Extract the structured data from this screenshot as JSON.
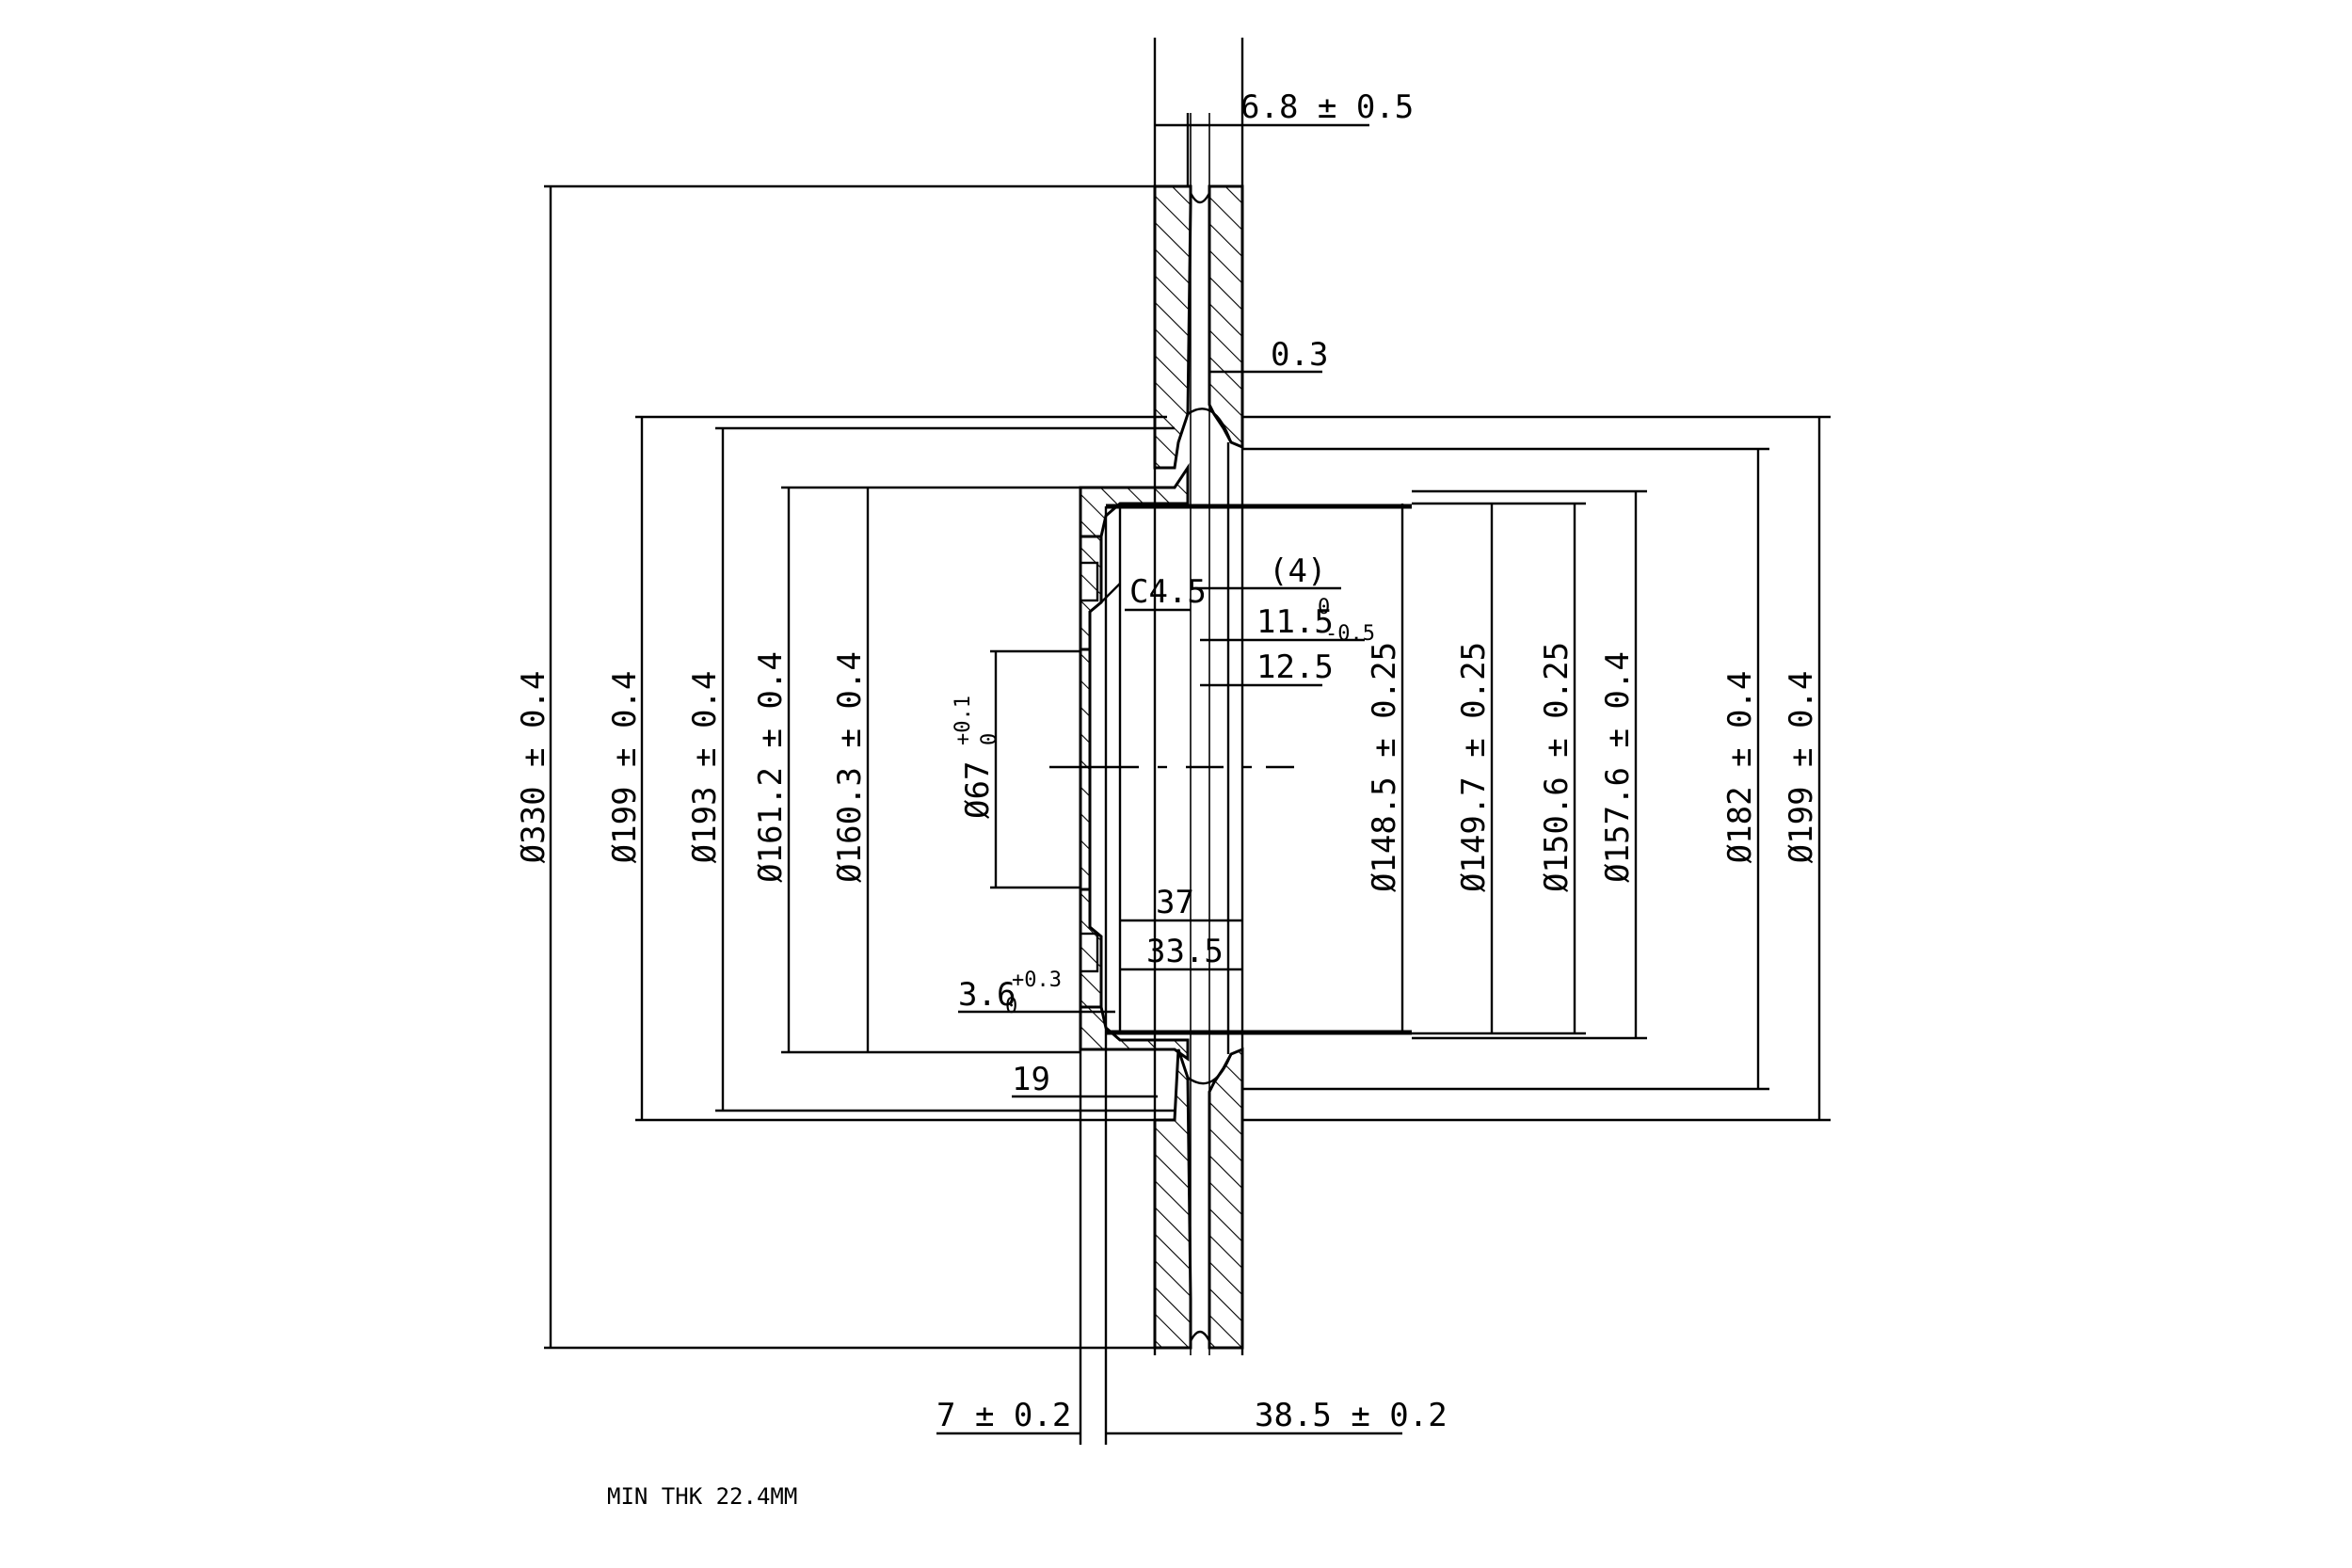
{
  "dimensions": {
    "thickness_top": "6.8 ± 0.5",
    "offset_small": "0.3",
    "ref_4": "(4)",
    "chamfer": "C4.5",
    "depth_11_5": "11.5",
    "depth_11_5_sup": "0",
    "depth_11_5_sub": "-0.5",
    "depth_12_5": "12.5",
    "dia_330": "Ø330 ± 0.4",
    "dia_199_left": "Ø199 ± 0.4",
    "dia_193": "Ø193 ± 0.4",
    "dia_161_2": "Ø161.2 ± 0.4",
    "dia_160_3": "Ø160.3 ± 0.4",
    "bore_67": "Ø67",
    "bore_67_sup": "+0.1",
    "bore_67_sub": "0",
    "dia_148_5": "Ø148.5 ± 0.25",
    "dia_149_7": "Ø149.7 ± 0.25",
    "dia_150_6": "Ø150.6 ± 0.25",
    "dia_157_6": "Ø157.6 ± 0.4",
    "dia_182": "Ø182 ± 0.4",
    "dia_199_right": "Ø199 ± 0.4",
    "len_37": "37",
    "len_33_5": "33.5",
    "len_3_6": "3.6",
    "len_3_6_sup": "+0.3",
    "len_3_6_sub": "0",
    "len_19": "19",
    "len_7": "7 ± 0.2",
    "len_38_5": "38.5 ± 0.2"
  },
  "notes": {
    "min_thickness": "MIN THK 22.4MM"
  }
}
